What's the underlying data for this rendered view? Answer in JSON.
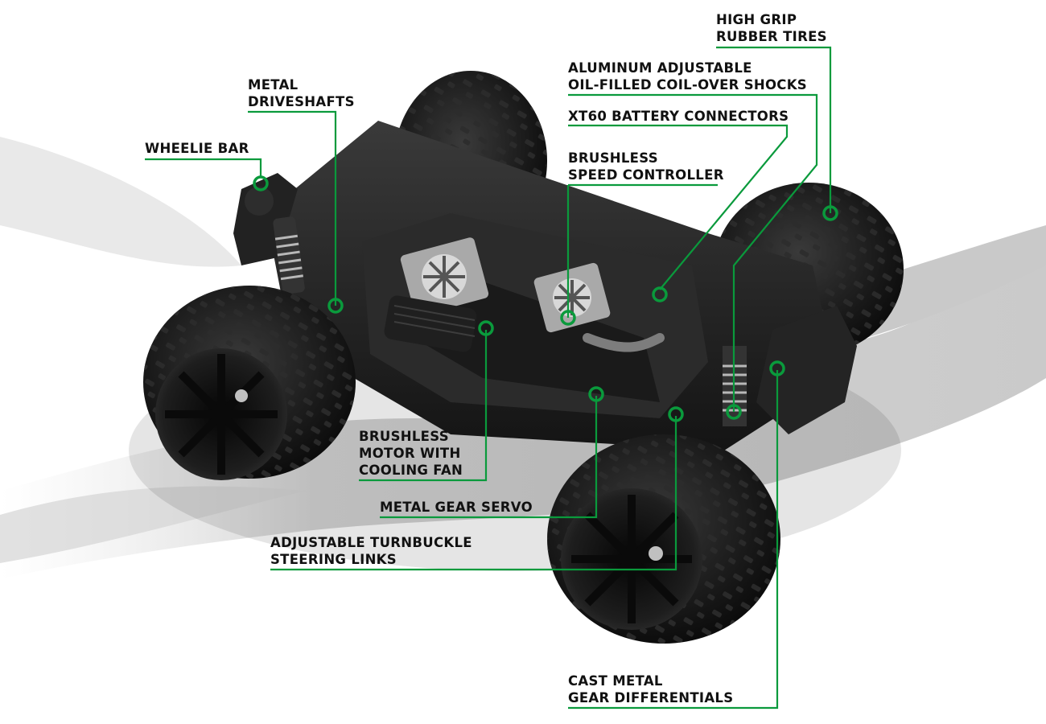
{
  "colors": {
    "background": "#ffffff",
    "leader_line": "#0a9a3c",
    "label_text": "#111111",
    "chassis": "#1c1c1c",
    "tire": "#151515",
    "metal": "#b9b9b9",
    "brush_gray": "#d6d6d6"
  },
  "callouts": [
    {
      "id": "high-grip-rubber-tires",
      "lines": [
        "HIGH GRIP",
        "RUBBER TIRES"
      ]
    },
    {
      "id": "aluminum-adjustable-shocks",
      "lines": [
        "ALUMINUM ADJUSTABLE",
        "OIL-FILLED COIL-OVER SHOCKS"
      ]
    },
    {
      "id": "xt60-battery-connectors",
      "lines": [
        "XT60 BATTERY CONNECTORS"
      ]
    },
    {
      "id": "brushless-speed-controller",
      "lines": [
        "BRUSHLESS",
        "SPEED CONTROLLER"
      ]
    },
    {
      "id": "metal-driveshafts",
      "lines": [
        "METAL",
        "DRIVESHAFTS"
      ]
    },
    {
      "id": "wheelie-bar",
      "lines": [
        "WHEELIE BAR"
      ]
    },
    {
      "id": "brushless-motor-with-cooling-fan",
      "lines": [
        "BRUSHLESS",
        "MOTOR WITH",
        "COOLING FAN"
      ]
    },
    {
      "id": "metal-gear-servo",
      "lines": [
        "METAL GEAR SERVO"
      ]
    },
    {
      "id": "adjustable-turnbuckle-steering-links",
      "lines": [
        "ADJUSTABLE TURNBUCKLE",
        "STEERING LINKS"
      ]
    },
    {
      "id": "cast-metal-gear-differentials",
      "lines": [
        "CAST METAL",
        "GEAR DIFFERENTIALS"
      ]
    }
  ]
}
